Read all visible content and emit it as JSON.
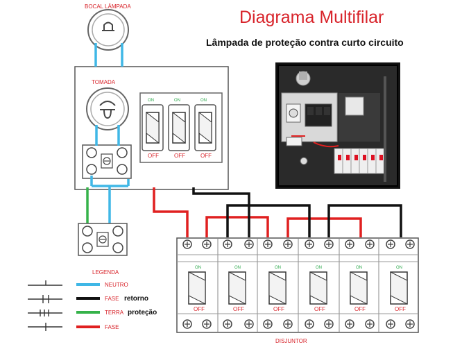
{
  "title": "Diagrama Multifilar",
  "subtitle": "Lâmpada de proteção contra curto circuito",
  "labels": {
    "lamp_socket": "BOCAL LÂMPADA",
    "outlet": "TOMADA",
    "breaker_row": "DISJUNTOR",
    "legend": "LEGENDA"
  },
  "switches": {
    "on_label": "ON",
    "off_label": "OFF"
  },
  "legend_items": [
    {
      "name": "NEUTRO",
      "extra": "",
      "color": "#3fb7e6"
    },
    {
      "name": "FASE",
      "extra": "retorno",
      "color": "#111111"
    },
    {
      "name": "TERRA",
      "extra": "proteção",
      "color": "#35b24a"
    },
    {
      "name": "FASE",
      "extra": "",
      "color": "#e02020"
    }
  ],
  "colors": {
    "neutral": "#3fb7e6",
    "return": "#111111",
    "ground": "#35b24a",
    "phase": "#e02020",
    "label_red": "#d8232a"
  }
}
